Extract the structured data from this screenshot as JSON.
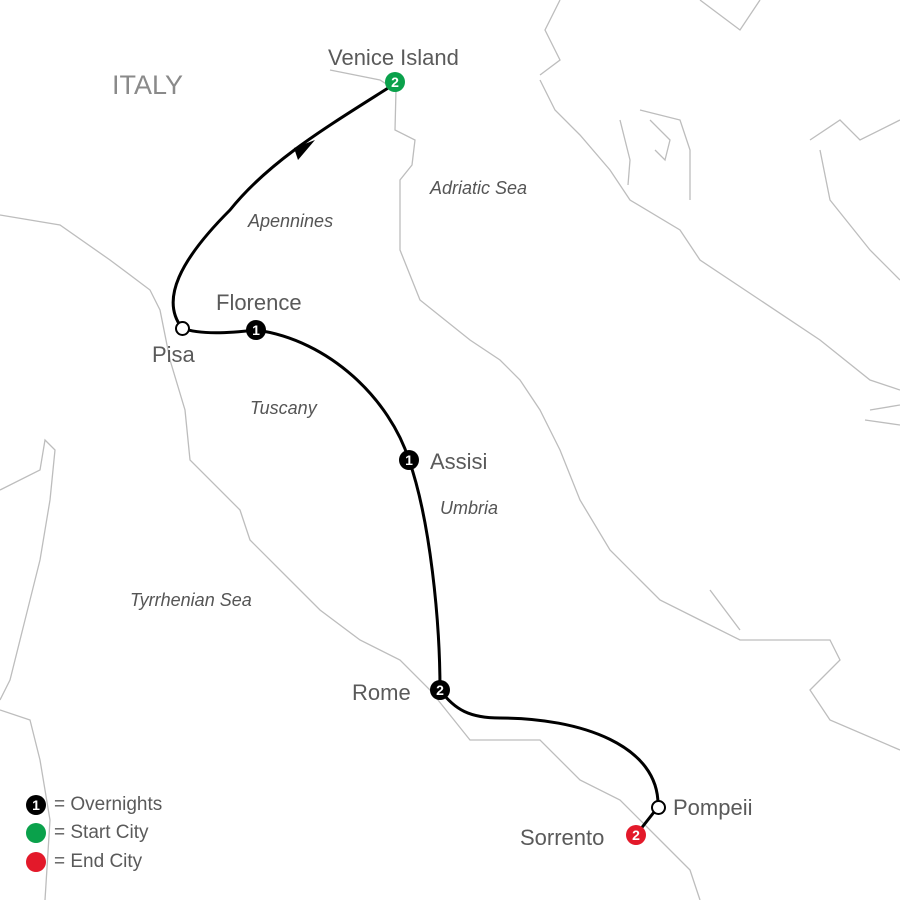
{
  "country_label": "ITALY",
  "colors": {
    "start": "#0aa14b",
    "end": "#e3192a",
    "overnight": "#000000",
    "coast": "#bdbdbd"
  },
  "cities": [
    {
      "name": "Venice Island",
      "nights": "2",
      "type": "start"
    },
    {
      "name": "Pisa",
      "nights": "",
      "type": "stop"
    },
    {
      "name": "Florence",
      "nights": "1",
      "type": "overnight"
    },
    {
      "name": "Assisi",
      "nights": "1",
      "type": "overnight"
    },
    {
      "name": "Rome",
      "nights": "2",
      "type": "overnight"
    },
    {
      "name": "Pompeii",
      "nights": "",
      "type": "stop"
    },
    {
      "name": "Sorrento",
      "nights": "2",
      "type": "end"
    }
  ],
  "regions": [
    "Adriatic Sea",
    "Apennines",
    "Tuscany",
    "Umbria",
    "Tyrrhenian Sea"
  ],
  "legend": [
    {
      "symbol": "1",
      "label": "= Overnights"
    },
    {
      "symbol": "",
      "label": "= Start City"
    },
    {
      "symbol": "",
      "label": "= End City"
    }
  ]
}
